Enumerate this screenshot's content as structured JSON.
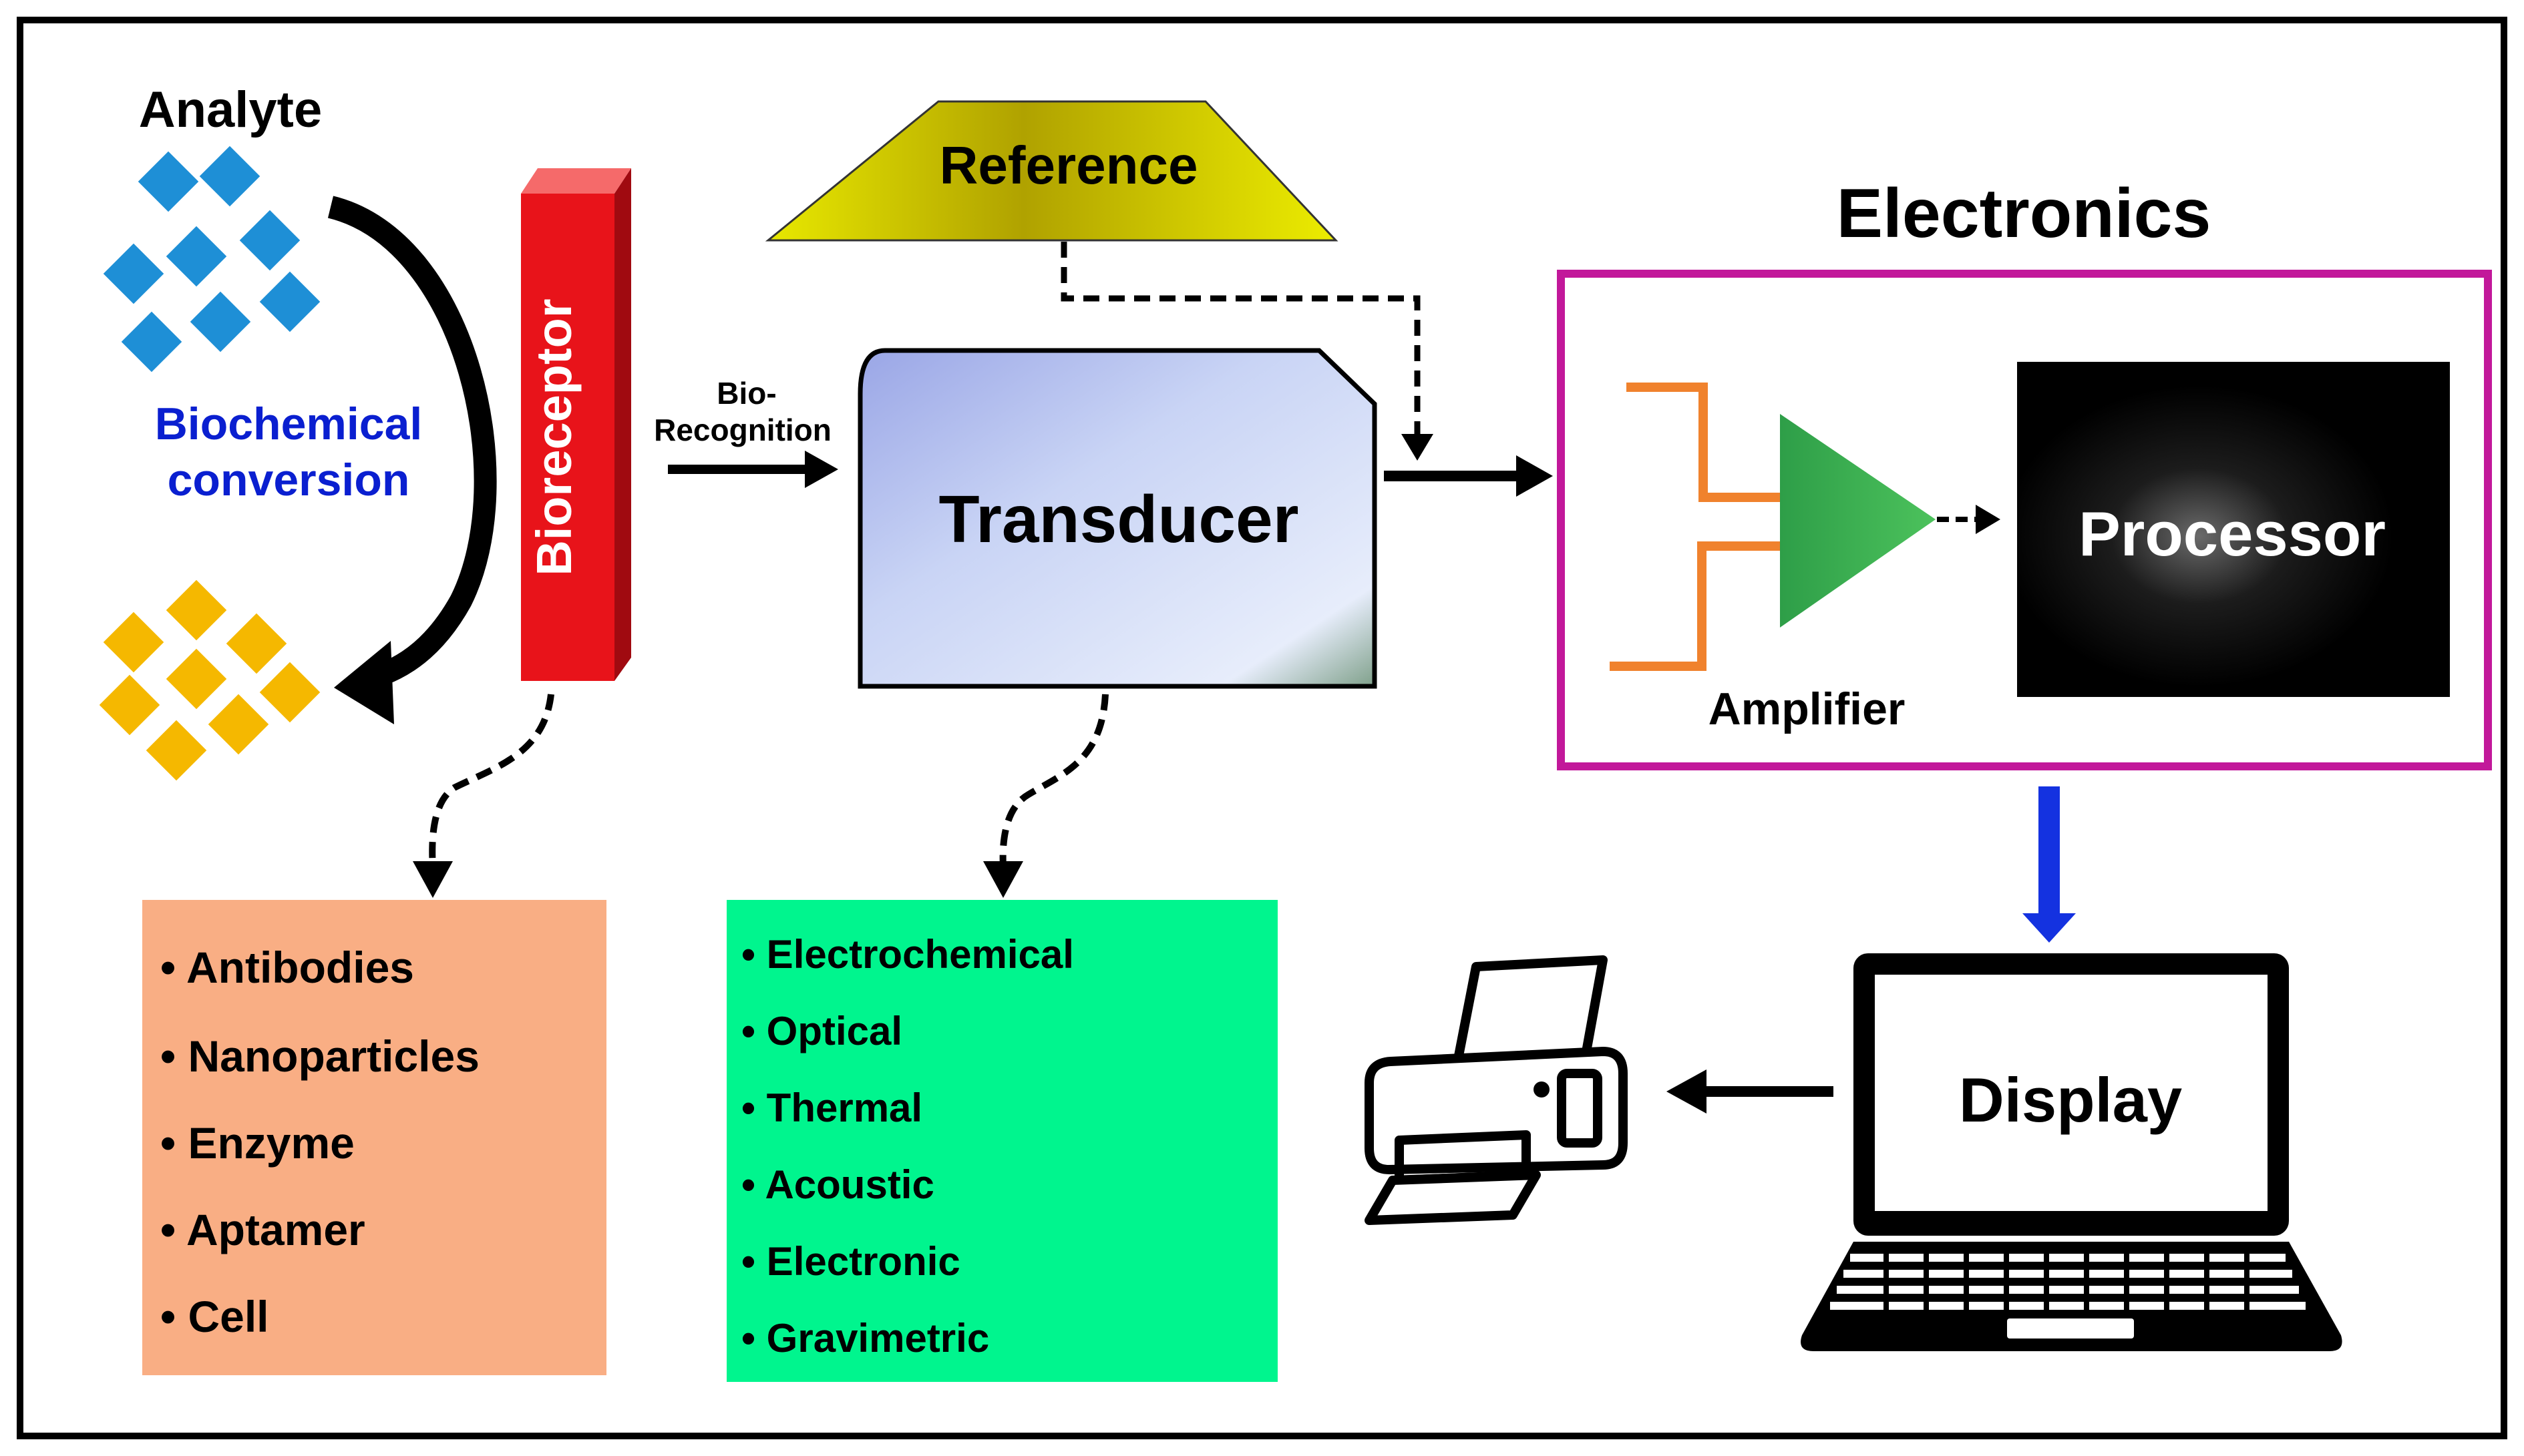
{
  "analyte": {
    "title": "Analyte",
    "conversion_line1": "Biochemical",
    "conversion_line2": "conversion"
  },
  "bioreceptor": {
    "label": "Bioreceptor",
    "types": [
      "• Antibodies",
      "• Nanoparticles",
      "• Enzyme",
      "• Aptamer",
      "•  Cell"
    ]
  },
  "biorecognition": {
    "line1": "Bio-",
    "line2": "Recognition"
  },
  "reference": {
    "label": "Reference"
  },
  "transducer": {
    "label": "Transducer",
    "types": [
      "• Electrochemical",
      "• Optical",
      "• Thermal",
      "• Acoustic",
      "• Electronic",
      "• Gravimetric"
    ]
  },
  "electronics": {
    "title": "Electronics",
    "amplifier_label": "Amplifier",
    "processor_label": "Processor"
  },
  "display": {
    "label": "Display"
  },
  "icons": {
    "analyte_input": "blue-diamond-cluster-icon",
    "analyte_output": "yellow-diamond-cluster-icon",
    "printer": "printer-icon",
    "laptop": "laptop-icon",
    "amplifier": "amplifier-triangle-icon"
  },
  "colors": {
    "analyte_input": "#1E8FD6",
    "analyte_output": "#F5B800",
    "conversion_text": "#0A1FD0",
    "bioreceptor": "#E8131A",
    "reference": "#E6E600",
    "transducer": "#C9D4F5",
    "electronics_border": "#C2189A",
    "amplifier": "#34A853",
    "amplifier_leads": "#F0822D",
    "processor": "#000000",
    "bioreceptor_box": "#F9AE84",
    "transducer_box": "#00F58E",
    "display_arrow": "#1432E0"
  }
}
